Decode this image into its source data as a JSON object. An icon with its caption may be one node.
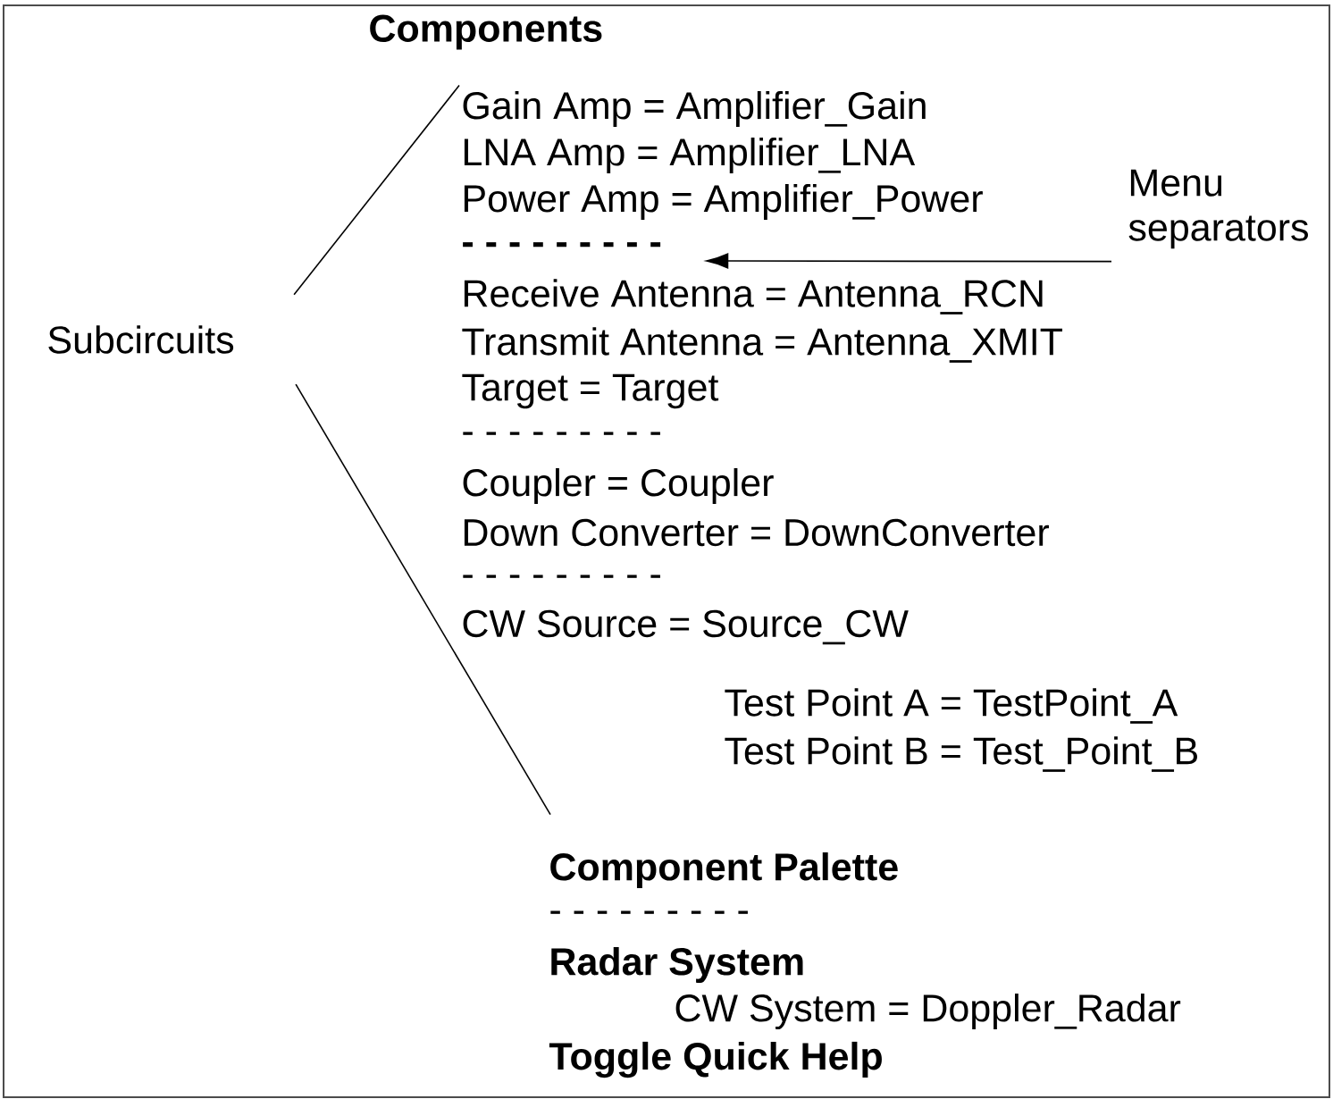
{
  "diagram": {
    "nodes": [
      {
        "text": [
          "Gain Amp = Amplifier_Gain"
        ]
      },
      {
        "text": [
          "Menu separators"
        ]
      },
      {
        "text": [
          "- - - - - - - - -"
        ]
      },
      {
        "text": [
          "Subcircuits"
        ]
      },
      {
        "text": [
          "Component Palette"
        ]
      }
    ],
    "edges": [
      {
        "from": 1,
        "to": 2,
        "arrow": "to"
      },
      {
        "from": 3,
        "to": 0,
        "arrow": "none"
      },
      {
        "from": 3,
        "to": 4,
        "arrow": "none"
      }
    ],
    "labels": [
      "Components",
      "LNA Amp = Amplifier_LNA",
      "Power Amp = Amplifier_Power",
      "Receive Antenna = Antenna_RCN",
      "Transmit Antenna = Antenna_XMIT",
      "Target = Target",
      "- - - - - - - - -",
      "Coupler = Coupler",
      "Down Converter = DownConverter",
      "- - - - - - - - -",
      "CW Source = Source_CW",
      "Test Point A = TestPoint_A",
      "Test Point B = Test_Point_B",
      "- - - - - - - - -",
      "Radar System",
      "CW System = Doppler_Radar",
      "Toggle Quick Help"
    ]
  }
}
